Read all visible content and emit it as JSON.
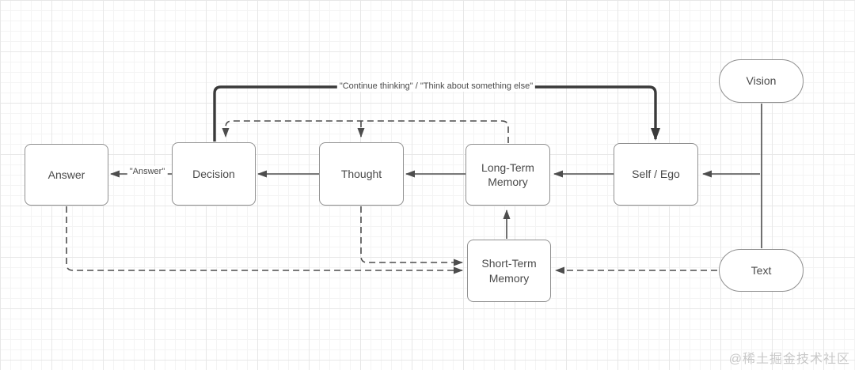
{
  "diagram": {
    "nodes": [
      {
        "id": "answer",
        "label": "Answer",
        "shape": "rect"
      },
      {
        "id": "decision",
        "label": "Decision",
        "shape": "rect"
      },
      {
        "id": "thought",
        "label": "Thought",
        "shape": "rect"
      },
      {
        "id": "long-term-memory",
        "label": "Long-Term Memory",
        "shape": "rect"
      },
      {
        "id": "self-ego",
        "label": "Self / Ego",
        "shape": "rect"
      },
      {
        "id": "short-term-memory",
        "label": "Short-Term Memory",
        "shape": "rect"
      },
      {
        "id": "vision",
        "label": "Vision",
        "shape": "stadium"
      },
      {
        "id": "text",
        "label": "Text",
        "shape": "stadium"
      }
    ],
    "edge_labels": {
      "feedback": "\"Continue thinking\" / \"Think about something else\"",
      "answer": "\"Answer\""
    },
    "edges": [
      {
        "from": "Self / Ego",
        "to": "Long-Term Memory",
        "style": "solid"
      },
      {
        "from": "Long-Term Memory",
        "to": "Thought",
        "style": "solid"
      },
      {
        "from": "Thought",
        "to": "Decision",
        "style": "solid"
      },
      {
        "from": "Decision",
        "to": "Answer",
        "style": "solid",
        "label": "\"Answer\""
      },
      {
        "from": "Decision",
        "to": "Self / Ego",
        "style": "thick",
        "label": "\"Continue thinking\" / \"Think about something else\""
      },
      {
        "from": "Long-Term Memory",
        "to": "Decision",
        "style": "dashed"
      },
      {
        "from": "Long-Term Memory",
        "to": "Thought",
        "style": "dashed"
      },
      {
        "from": "Short-Term Memory",
        "to": "Long-Term Memory",
        "style": "solid"
      },
      {
        "from": "Answer",
        "to": "Short-Term Memory",
        "style": "dashed"
      },
      {
        "from": "Thought",
        "to": "Short-Term Memory",
        "style": "dashed"
      },
      {
        "from": "Text",
        "to": "Short-Term Memory",
        "style": "dashed"
      },
      {
        "from": "Vision",
        "to": "Self / Ego",
        "style": "solid"
      },
      {
        "from": "Text",
        "to": "Self / Ego",
        "style": "solid"
      }
    ],
    "colors": {
      "node_border": "#909090",
      "line": "#4d4d4d",
      "thick_line": "#3a3a3a",
      "text": "#4a4a4a",
      "watermark": "#c8c8c8"
    }
  },
  "watermark": "@稀土掘金技术社区"
}
